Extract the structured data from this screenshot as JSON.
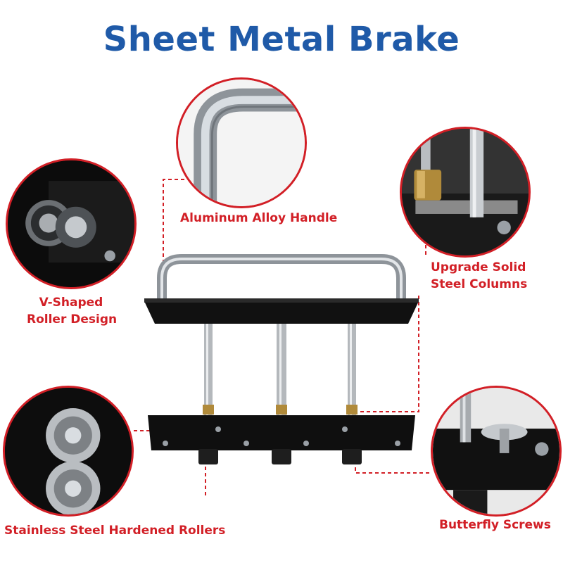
{
  "title": "Sheet Metal Brake",
  "colors": {
    "title": "#1f5aa8",
    "accent": "#d21f26",
    "label": "#d21f26"
  },
  "callouts": {
    "handle": {
      "label": "Aluminum Alloy Handle"
    },
    "columns": {
      "line1": "Upgrade Solid",
      "line2": "Steel Columns"
    },
    "v_roller": {
      "line1": "V-Shaped",
      "line2": "Roller Design"
    },
    "rollers": {
      "label": "Stainless Steel Hardened Rollers"
    },
    "screws": {
      "label": "Butterfly Screws"
    }
  }
}
